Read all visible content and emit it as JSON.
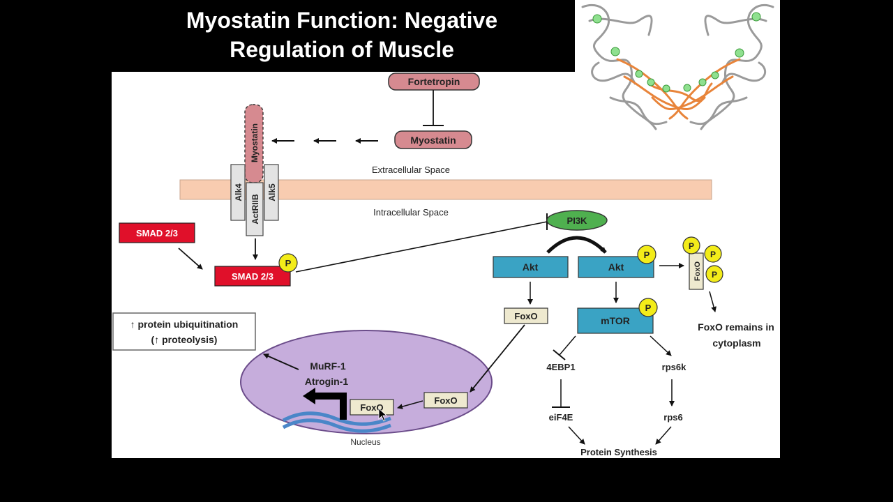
{
  "slide": {
    "title_line1": "Myostatin Function: Negative",
    "title_line2": "Regulation of Muscle"
  },
  "diagram": {
    "fortetropin": "Fortetropin",
    "myostatin": "Myostatin",
    "myostatin_receptor": "Myostatin",
    "alk4": "Alk4",
    "actriib": "ActRIIB",
    "alk5": "Alk5",
    "extracellular": "Extracellular Space",
    "intracellular": "Intracellular Space",
    "smad_free": "SMAD 2/3",
    "smad_p": "SMAD 2/3",
    "phospho": "P",
    "pi3k": "PI3K",
    "akt": "Akt",
    "akt_p": "Akt",
    "mtor": "mTOR",
    "foxo_cyto": "FoxO",
    "foxo_cyto_p": "FoxO",
    "foxo_remains_line1": "FoxO remains in",
    "foxo_remains_line2": "cytoplasm",
    "foxo_entering": "FoxO",
    "foxo_nucleus": "FoxO",
    "ebp1": "4EBP1",
    "eif4e": "eiF4E",
    "rps6k": "rps6k",
    "rps6": "rps6",
    "protein_synthesis": "Protein Synthesis",
    "murf": "MuRF-1",
    "atrogin": "Atrogin-1",
    "ubiq_line1": "↑ protein ubiquitination",
    "ubiq_line2": "(↑ proteolysis)",
    "nucleus": "Nucleus"
  },
  "colors": {
    "pink": "#d68a90",
    "red": "#e0102a",
    "teal": "#3aa3c4",
    "green": "#4fb04f",
    "yellow": "#f3ec19",
    "beige": "#eee9cf",
    "nucleus": "#c6addc",
    "membrane": "#f8ccb0",
    "receptor": "#e3e3e3",
    "protein_orange": "#e8843a",
    "protein_grey": "#9a9a9a",
    "dna": "#4a86c8"
  }
}
